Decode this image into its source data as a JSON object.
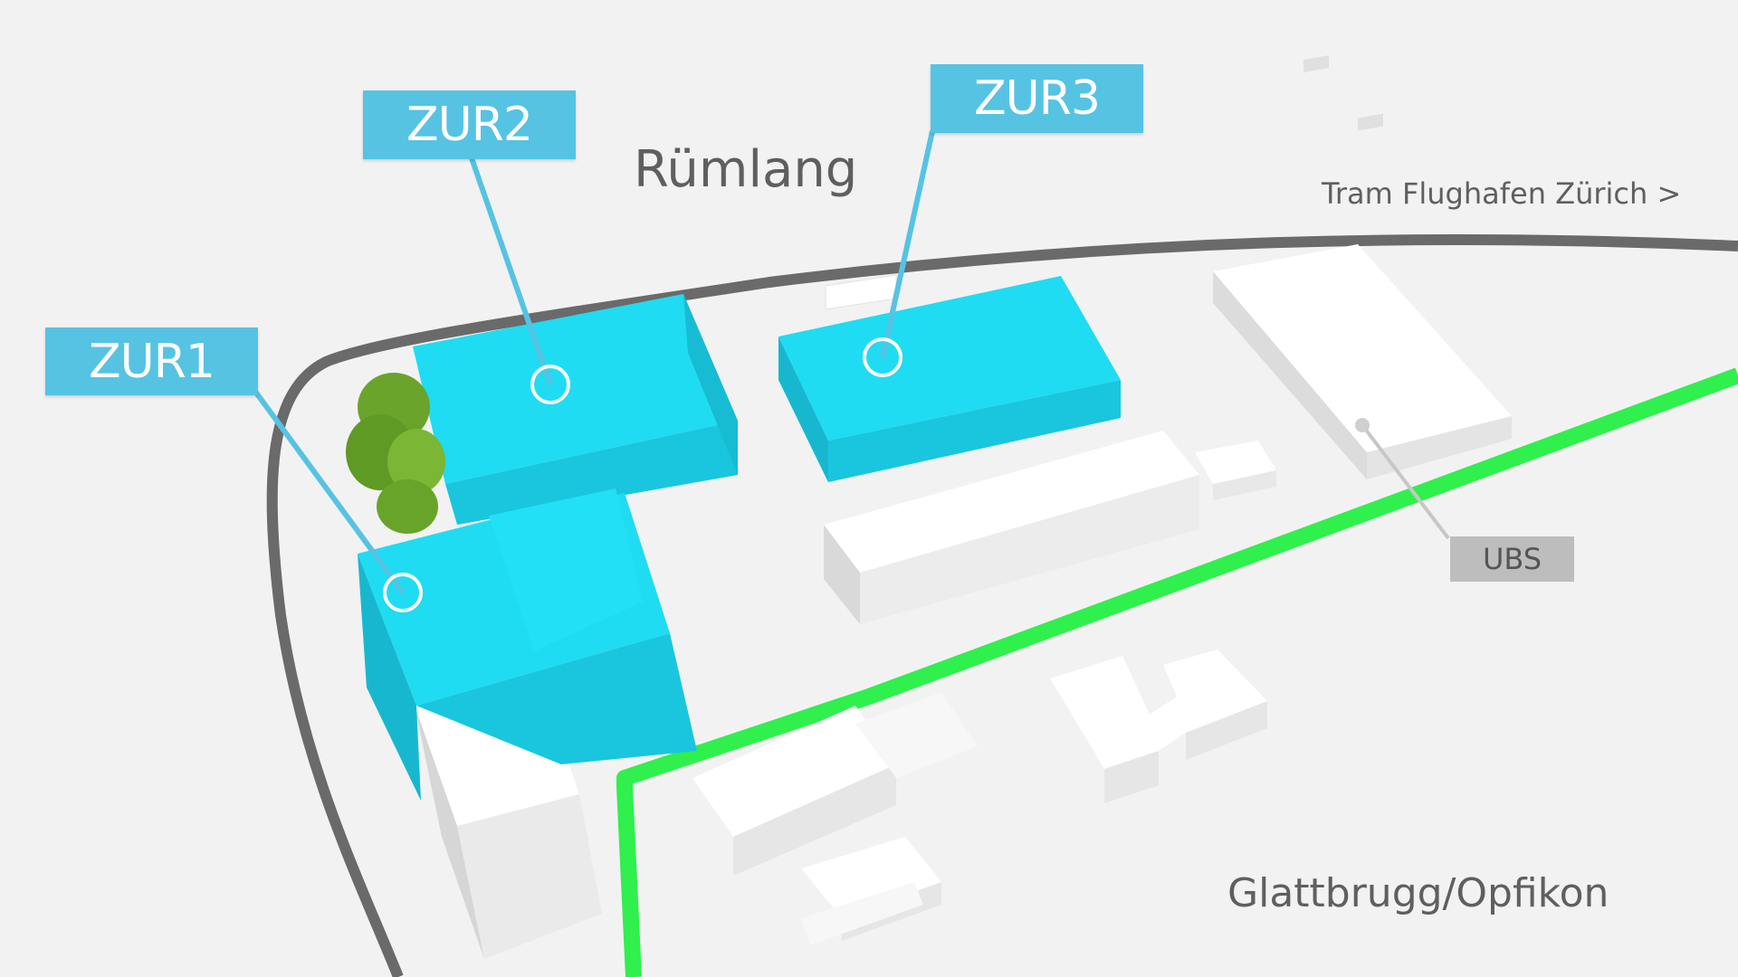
{
  "map": {
    "places": {
      "north": "Rümlang",
      "south": "Glattbrugg/Opfikon",
      "tram": "Tram Flughafen Zürich >"
    },
    "sites": [
      {
        "id": "zur1",
        "label": "ZUR1"
      },
      {
        "id": "zur2",
        "label": "ZUR2"
      },
      {
        "id": "zur3",
        "label": "ZUR3"
      }
    ],
    "landmark": {
      "label": "UBS"
    },
    "colors": {
      "highlight_building": "#1fdcf2",
      "callout_bg": "#56c3e3",
      "tram_line": "#2ff04c",
      "road": "#6a6a6a",
      "neutral_building": "#ffffff",
      "landmark_label_bg": "#bdbdbd"
    }
  }
}
